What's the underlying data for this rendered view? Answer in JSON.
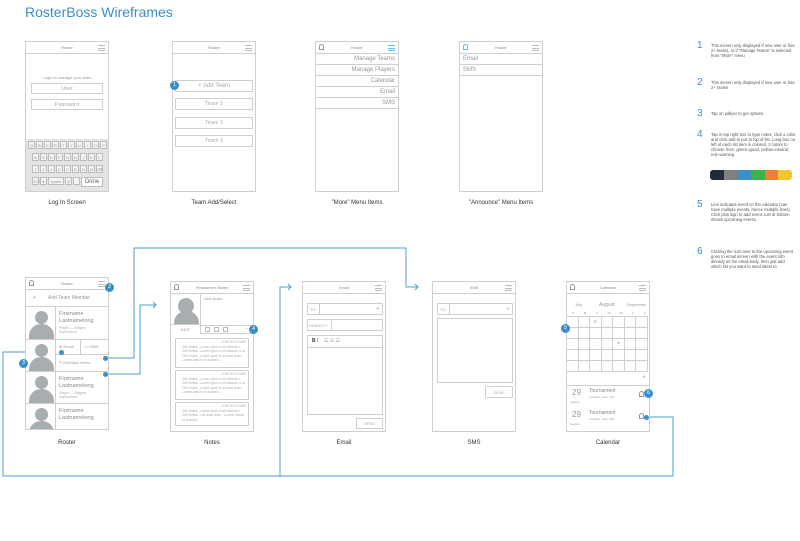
{
  "title": "RosterBoss Wireframes",
  "login": {
    "header": "Roster",
    "prompt": "Login to manage your team",
    "user": "User",
    "password": "Password",
    "keys_row1": [
      "Q",
      "W",
      "E",
      "R",
      "T",
      "Y",
      "U",
      "I",
      "O",
      "P"
    ],
    "keys_row2": [
      "A",
      "S",
      "D",
      "F",
      "G",
      "H",
      "J",
      "K",
      "L"
    ],
    "keys_row3": [
      "Z",
      "X",
      "C",
      "V",
      "B",
      "N",
      "M"
    ],
    "space": "space",
    "done": "Done",
    "nums": "123",
    "label": "Log In Screen"
  },
  "team": {
    "header": "Roster",
    "add": "+  Add Team",
    "teams": [
      "Team 1",
      "Team 1",
      "Team 1"
    ],
    "label": "Team Add/Select"
  },
  "more": {
    "header": "Roster",
    "items": [
      "Manage Teams",
      "Manage Players",
      "Calendar",
      "Email",
      "SMS"
    ],
    "label": "\"More\" Menu Items"
  },
  "announce": {
    "header": "Roster",
    "items": [
      "Email",
      "SMS"
    ],
    "label": "\"Announce\" Menu Items"
  },
  "roster": {
    "header": "Roster",
    "add": "Add Team Member",
    "players": [
      {
        "first": "Firstname",
        "last": "Lastnamelong",
        "info1": "Player — Singles",
        "info2": "Sophomore"
      },
      {
        "first": "Firstname",
        "last": "Lastnamelong",
        "info1": "Player — Singles",
        "info2": "Sophomore"
      },
      {
        "first": "Firstname",
        "last": "Lastnamelong"
      }
    ],
    "email": "Email",
    "sms": "SMS",
    "notes": "Add/View Notes",
    "label": "Roster"
  },
  "notes": {
    "header": "Firstname's Notes",
    "placeholder": "New Notes...",
    "edit": "EDIT",
    "items": [
      {
        "ts": "1/15/15 9:12AM",
        "text": "Old Notes...Lorem ipsu m et dolores i Old Notes...Lorem ipsu m et dolores a to Old Notes...Lorem ipsu m et sola dolo... Lorem ipsum et dolores"
      },
      {
        "ts": "1/15/15 9:12AM",
        "text": "Old Notes...Lorem ipsu m et dolores i Old Notes...Lorem ipsu m et dolores a to Old Notes...Lorem ipsu m et sola dolo... Lorem ipsum et dolores"
      },
      {
        "ts": "1/15/15 9:12AM",
        "text": "Old Notes...Lorem ipsu m et dolores i Old Notes...Lat sola dolo... Lorem ipsum et dolores"
      }
    ],
    "label": "Notes"
  },
  "email": {
    "header": "Email",
    "to": "TO:",
    "subject": "SUBJECT:",
    "bold": "B",
    "italic": "I",
    "send": "SEND",
    "label": "Email"
  },
  "sms": {
    "header": "SMS",
    "to": "TO:",
    "send": "SEND",
    "label": "SMS"
  },
  "calendar": {
    "header": "Calendar",
    "prev": "July",
    "month": "August",
    "next": "September",
    "days": [
      "S",
      "M",
      "T",
      "W",
      "TH",
      "F",
      "S"
    ],
    "events": [
      {
        "day": "29",
        "month": "August",
        "title": "Tournament",
        "info": "Location, time, info"
      },
      {
        "day": "29",
        "month": "August",
        "title": "Tournament",
        "info": "Location, time, info"
      }
    ],
    "label": "Calendar"
  },
  "steps": [
    {
      "n": "1",
      "text": "This screen only displayed if new user or has 2+ teams, or if \"Manage Teams\" is selected from \"More\" menu"
    },
    {
      "n": "2",
      "text": "This screen only displayed if new user or has 2+ teams"
    },
    {
      "n": "3",
      "text": "Tap on pallyer to get options."
    },
    {
      "n": "4",
      "text": "Tap in top right box to type notes, click a color and click add to put at top of list. Long box on left of each list item is colored. 3 colors to choose from: green=good, yellow=neutral, red=warning"
    },
    {
      "n": "5",
      "text": "Line indicates event on the calendar (can have multiple events, hence multiple lines). Click plus sign to add event. List at bottom shows upcoming events."
    },
    {
      "n": "6",
      "text": "Clicking the icon next to the upcoming event goes to email screen with the event info already as the email body, then just add which list you want to send latest to."
    }
  ],
  "palette": [
    "#1f2a3a",
    "#808080",
    "#3a8fc7",
    "#3ab34a",
    "#ef7f35",
    "#f2c72a"
  ],
  "accent": "#3a8fc7"
}
